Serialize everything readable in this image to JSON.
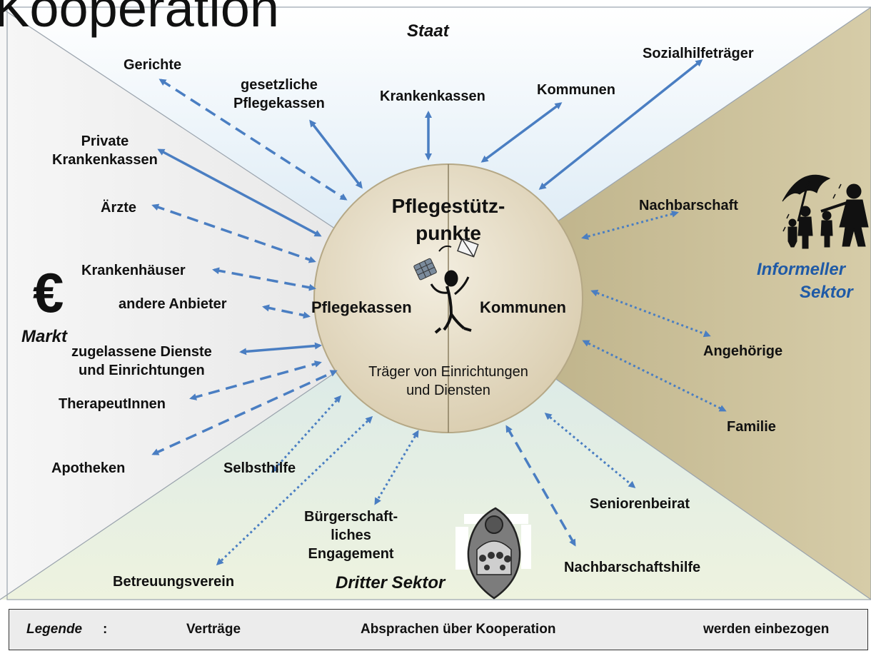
{
  "title": "Kooperation",
  "sectors": {
    "staat": "Staat",
    "markt": "Markt",
    "informell": [
      "Informeller",
      "Sektor"
    ],
    "dritter": "Dritter Sektor"
  },
  "euro_symbol": "€",
  "center": {
    "title": [
      "Pflegestütz-",
      "punkte"
    ],
    "left": "Pflegekassen",
    "right": "Kommunen",
    "bottom": [
      "Träger von Einrichtungen",
      "und Diensten"
    ]
  },
  "actors": {
    "gerichte": "Gerichte",
    "gesetzliche_pflegekassen": [
      "gesetzliche",
      "Pflegekassen"
    ],
    "krankenkassen": "Krankenkassen",
    "kommunen": "Kommunen",
    "sozialhilfetraeger": "Sozialhilfeträger",
    "private_krankenkassen": [
      "Private",
      "Krankenkassen"
    ],
    "aerzte": "Ärzte",
    "krankenhaeuser": "Krankenhäuser",
    "andere_anbieter": "andere Anbieter",
    "zugelassene_dienste": [
      "zugelassene Dienste",
      "und Einrichtungen"
    ],
    "therapeutinnen": "TherapeutInnen",
    "apotheken": "Apotheken",
    "selbsthilfe": "Selbsthilfe",
    "buergerschaftliches": [
      "Bürgerschaft-",
      "liches",
      "Engagement"
    ],
    "betreuungsverein": "Betreuungsverein",
    "nachbarschaftshilfe": "Nachbarschaftshilfe",
    "seniorenbeirat": "Seniorenbeirat",
    "nachbarschaft": "Nachbarschaft",
    "angehoerige": "Angehörige",
    "familie": "Familie"
  },
  "legend": {
    "label": "Legende",
    "colon": ":",
    "vertraege": "Verträge",
    "absprachen": "Absprachen über Kooperation",
    "einbezogen": "werden einbezogen"
  },
  "colors": {
    "arrow": "#4a7ec2",
    "staat_bg": "#d8e8f4",
    "markt_bg": "#eeeeee",
    "informell_bg": "#c7bc95",
    "dritter_bg": "#dfece5",
    "circle": "#e2d9c2"
  },
  "icons": [
    "euro-icon",
    "figure-icon",
    "family-umbrella-icon",
    "community-icon"
  ]
}
